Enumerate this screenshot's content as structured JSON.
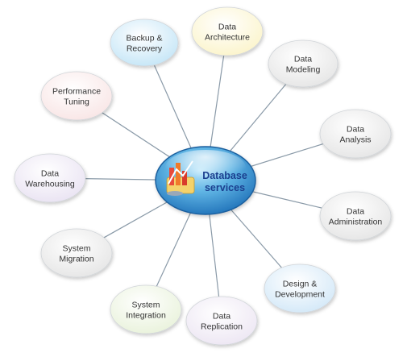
{
  "center": {
    "lines": [
      "Database",
      "services"
    ],
    "icon": "database-chart-icon"
  },
  "nodes": [
    {
      "id": "backup-recovery",
      "lines": [
        "Backup &",
        "Recovery"
      ],
      "color": "#bfe3f6"
    },
    {
      "id": "data-architecture",
      "lines": [
        "Data",
        "Architecture"
      ],
      "color": "#fbf3c6"
    },
    {
      "id": "data-modeling",
      "lines": [
        "Data",
        "Modeling"
      ],
      "color": "#e3e3e3"
    },
    {
      "id": "data-analysis",
      "lines": [
        "Data",
        "Analysis"
      ],
      "color": "#e3e3e3"
    },
    {
      "id": "data-administration",
      "lines": [
        "Data",
        "Administration"
      ],
      "color": "#e3e3e3"
    },
    {
      "id": "design-development",
      "lines": [
        "Design &",
        "Development"
      ],
      "color": "#cfe6f7"
    },
    {
      "id": "data-replication",
      "lines": [
        "Data",
        "Replication"
      ],
      "color": "#ebe4f2"
    },
    {
      "id": "system-integration",
      "lines": [
        "System",
        "Integration"
      ],
      "color": "#e7f1d8"
    },
    {
      "id": "system-migration",
      "lines": [
        "System",
        "Migration"
      ],
      "color": "#e3e3e3"
    },
    {
      "id": "data-warehousing",
      "lines": [
        "Data",
        "Warehousing"
      ],
      "color": "#e7e0f1"
    },
    {
      "id": "performance-tuning",
      "lines": [
        "Performance",
        "Tuning"
      ],
      "color": "#f8e3e3"
    }
  ]
}
